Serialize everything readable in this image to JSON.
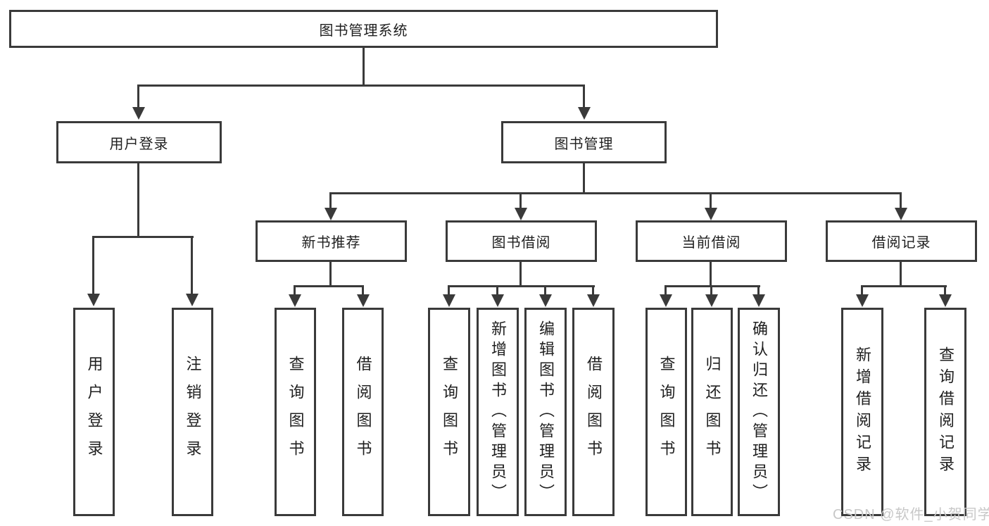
{
  "diagram": {
    "root": {
      "label": "图书管理系统"
    },
    "level2": [
      {
        "label": "用户登录"
      },
      {
        "label": "图书管理"
      }
    ],
    "level3": [
      {
        "label": "新书推荐"
      },
      {
        "label": "图书借阅"
      },
      {
        "label": "当前借阅"
      },
      {
        "label": "借阅记录"
      }
    ],
    "leaves": {
      "user_login": [
        {
          "label": "用户登录"
        },
        {
          "label": "注销登录"
        }
      ],
      "new_book_recommend": [
        {
          "label": "查询图书"
        },
        {
          "label": "借阅图书"
        }
      ],
      "book_borrow": [
        {
          "label": "查询图书"
        },
        {
          "label": "新增图书（管理员）"
        },
        {
          "label": "编辑图书（管理员）"
        },
        {
          "label": "借阅图书"
        }
      ],
      "current_borrow": [
        {
          "label": "查询图书"
        },
        {
          "label": "归还图书"
        },
        {
          "label": "确认归还（管理员）"
        }
      ],
      "borrow_record": [
        {
          "label": "新增借阅记录"
        },
        {
          "label": "查询借阅记录"
        }
      ]
    },
    "watermark": "CSDN @软件_小贺同学",
    "colors": {
      "line": "#3a3a3a",
      "text": "#1f1f1f",
      "watermark": "#c8c8c8",
      "background": "#ffffff"
    }
  }
}
